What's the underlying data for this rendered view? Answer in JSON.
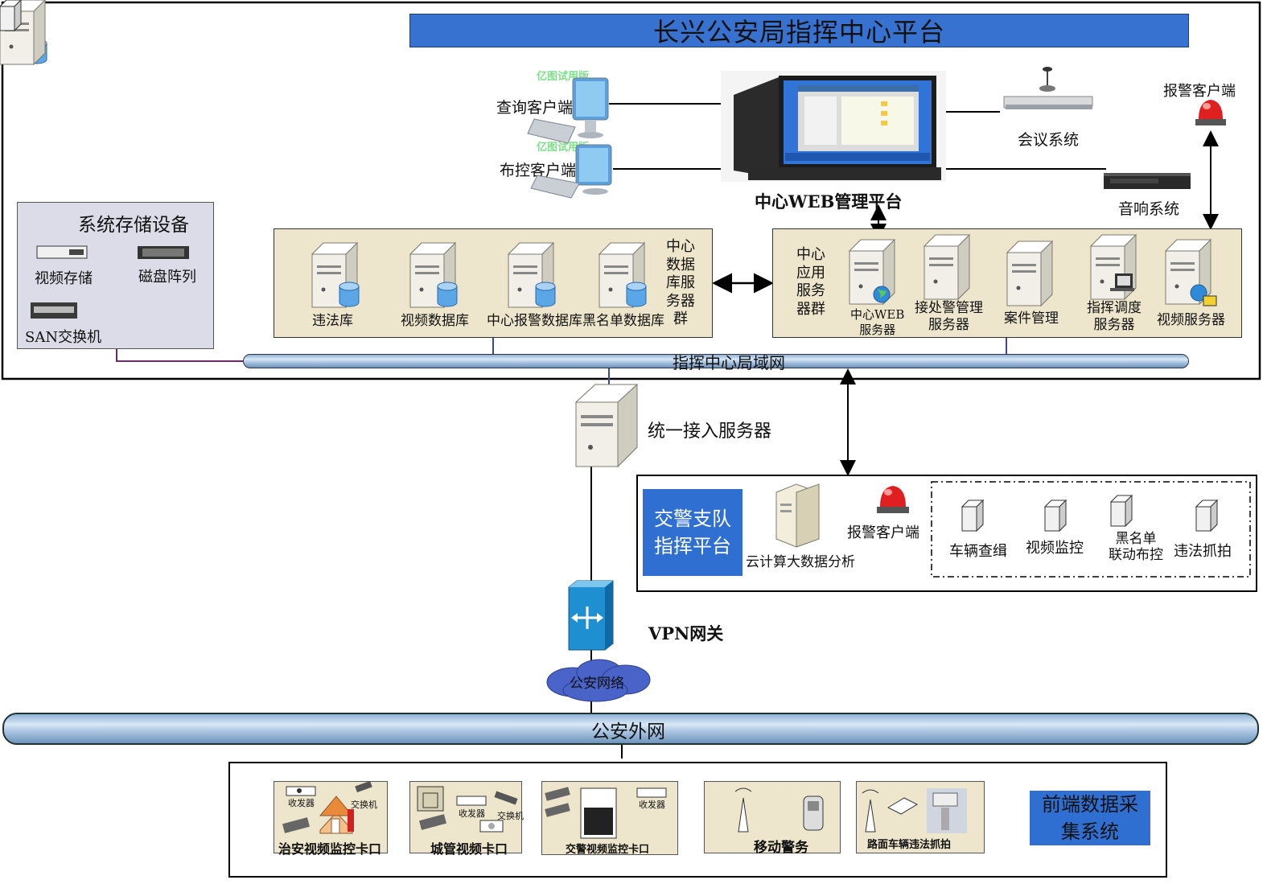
{
  "title": "长兴公安局指挥中心平台",
  "center": {
    "query_client": "查询客户端",
    "control_client": "布控客户端",
    "watermark": "亿图试用版",
    "web_platform": "中心WEB管理平台",
    "meeting": "会议系统",
    "alarm_client": "报警客户端",
    "audio": "音响系统"
  },
  "storage": {
    "title": "系统存储设备",
    "video_storage": "视频存储",
    "disk_array": "磁盘阵列",
    "san_switch": "SAN交换机"
  },
  "db_group": {
    "label": "中心\n数据\n库服\n务器\n群",
    "servers": [
      "违法库",
      "视频数据库",
      "中心报警数据库",
      "黑名单数据库"
    ]
  },
  "app_group": {
    "label": "中心\n应用\n服务\n器群",
    "servers": [
      "中心WEB\n服务器",
      "接处警管理\n服务器",
      "案件管理",
      "指挥调度\n服务器",
      "视频服务器"
    ]
  },
  "lan": "指挥中心局域网",
  "access_server": "统一接入服务器",
  "traffic": {
    "tag": "交警支队\n指挥平台",
    "cloud": "云计算大数据分析",
    "alarm": "报警客户端",
    "items": [
      "车辆查缉",
      "视频监控",
      "黑名单\n联动布控",
      "违法抓拍"
    ]
  },
  "vpn": "VPN网关",
  "police_net": "公安网络",
  "wan": "公安外网",
  "front": {
    "tag": "前端数据采\n集系统",
    "subs": [
      "治安视频监控卡口",
      "城管视频卡口",
      "交警视频监控卡口",
      "移动警务",
      "路面车辆违法抓拍"
    ],
    "transceiver": "收发器",
    "switch": "交换机"
  }
}
